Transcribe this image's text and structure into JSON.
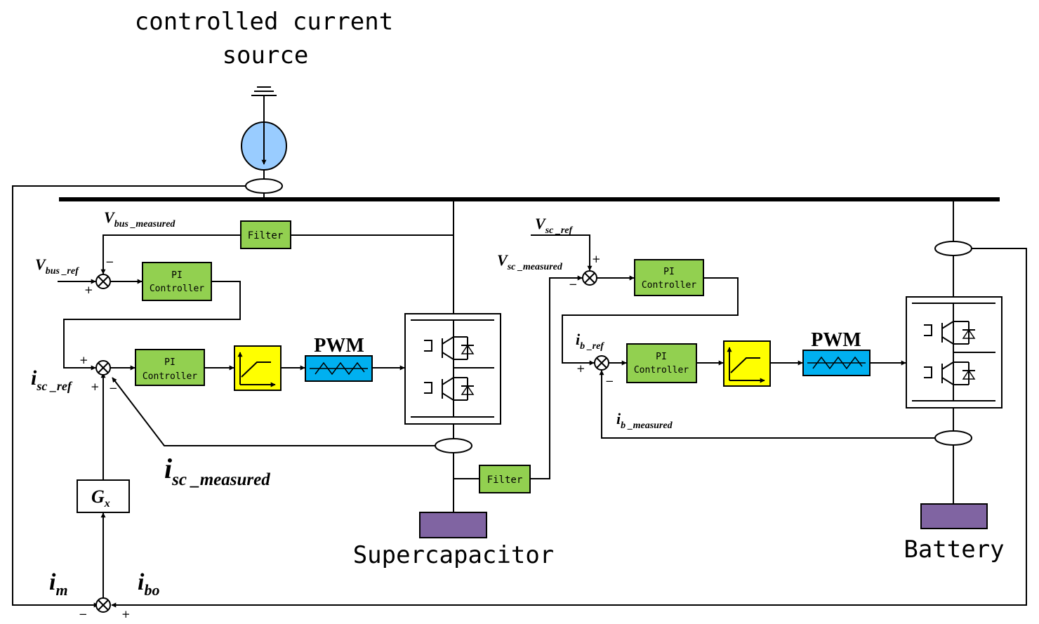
{
  "title": {
    "line1": "controlled current",
    "line2": "source"
  },
  "blocks": {
    "filter_bus": "Filter",
    "filter_sc": "Filter",
    "pi1_line1": "PI",
    "pi1_line2": "Controller",
    "pi2_line1": "PI",
    "pi2_line2": "Controller",
    "pi3_line1": "PI",
    "pi3_line2": "Controller",
    "pi4_line1": "PI",
    "pi4_line2": "Controller",
    "pwm_left": "PWM",
    "pwm_right": "PWM",
    "gx_main": "G",
    "gx_sub": "x"
  },
  "storage": {
    "supercapacitor": "Supercapacitor",
    "battery": "Battery"
  },
  "signals": {
    "vbus_measured": {
      "main": "V",
      "sub": "bus _measured"
    },
    "vbus_ref": {
      "main": "V",
      "sub": "bus _ref"
    },
    "isc_ref": {
      "main": "i",
      "sub": "sc _ref"
    },
    "isc_measured": {
      "main": "i",
      "sub": "sc _measured"
    },
    "im": {
      "main": "i",
      "sub": "m"
    },
    "ibo": {
      "main": "i",
      "sub": "bo"
    },
    "vsc_ref": {
      "main": "V",
      "sub": "sc _ref"
    },
    "vsc_measured": {
      "main": "V",
      "sub": "sc _measured"
    },
    "ib_ref": {
      "main": "i",
      "sub": "b _ref"
    },
    "ib_measured": {
      "main": "i",
      "sub": "b _measured"
    }
  },
  "signs": {
    "plus": "+",
    "minus": "−"
  },
  "colors": {
    "filter": "#92d050",
    "pi_controller": "#92d050",
    "limiter": "#ffff00",
    "pwm": "#00b0f0",
    "storage": "#8064a2",
    "current_source": "#99ccff"
  },
  "icons": {
    "summing_junction": "circle-cross-icon",
    "ground": "ground-icon",
    "current_source": "current-source-icon",
    "current_sensor": "current-sensor-icon",
    "limiter": "rate-limiter-icon",
    "pwm": "triangle-carrier-icon",
    "converter": "igbt-half-bridge-icon"
  }
}
